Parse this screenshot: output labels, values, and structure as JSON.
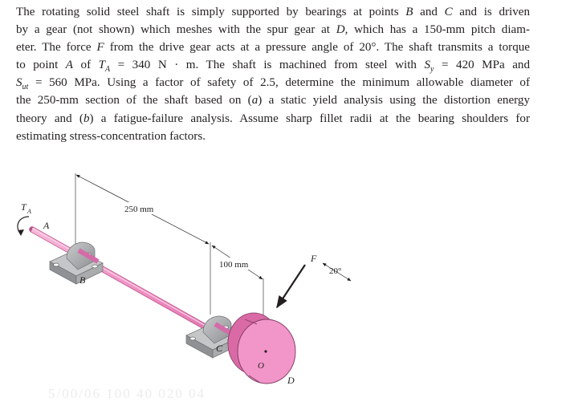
{
  "problem": {
    "lines": [
      "The rotating solid steel shaft is simply supported by bearings at points B and C and is driven",
      "by a gear (not shown) which meshes with the spur gear at D, which has a 150-mm pitch diam-",
      "eter. The force F from the drive gear acts at a pressure angle of 20°. The shaft transmits a torque",
      "to point A of T_A = 340 N · m. The shaft is machined from steel with S_y = 420 MPa and",
      "S_ut = 560 MPa. Using a factor of safety of 2.5, determine the minimum allowable diameter of",
      "the 250-mm section of the shaft based on (a) a static yield analysis using the distortion energy",
      "theory and (b) a fatigue-failure analysis. Assume sharp fillet radii at the bearing shoulders for",
      "estimating stress-concentration factors."
    ]
  },
  "figure": {
    "labels": {
      "torque": "T",
      "torque_sub": "A",
      "point_a": "A",
      "point_b": "B",
      "point_c": "C",
      "point_d": "D",
      "gear_center": "O",
      "force": "F",
      "dim_250": "250 mm",
      "dim_100": "100 mm",
      "angle": "20°",
      "faint_footer": "5/00/06 100 40 020 04"
    },
    "colors": {
      "shaft": "#f08cc0",
      "gear": "#f295c8",
      "bearing": "#a6a8ab",
      "text": "#231f20"
    }
  }
}
